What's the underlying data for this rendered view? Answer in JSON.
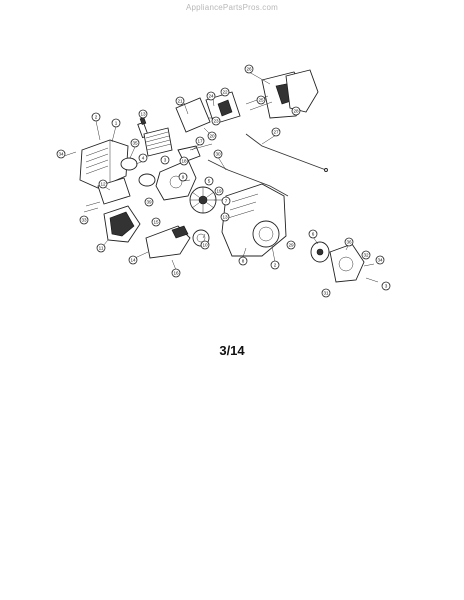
{
  "header": {
    "watermark": "AppliancePartsPros.com"
  },
  "page": {
    "number": "3/14"
  },
  "callouts": {
    "c2a": "2",
    "c1": "1",
    "c34a": "34",
    "c35": "35",
    "c13": "13",
    "c4": "4",
    "c3": "3",
    "c21": "21",
    "c24": "24",
    "c22": "22",
    "c26": "26",
    "c25": "25",
    "c23": "23",
    "c20": "20",
    "c27": "27",
    "c17": "17",
    "c18": "18",
    "c12": "12",
    "c39": "39",
    "c30": "30",
    "c5": "5",
    "c19": "19",
    "c9": "9",
    "c7": "7",
    "c28": "28",
    "c6": "6",
    "c8": "8",
    "c10": "10",
    "c11": "11",
    "c14": "14",
    "c16": "16",
    "c15": "15",
    "c29": "29",
    "c33": "33",
    "c2b": "2",
    "c36": "36",
    "c32": "32",
    "c34b": "34",
    "c31": "31",
    "c3b": "3"
  }
}
